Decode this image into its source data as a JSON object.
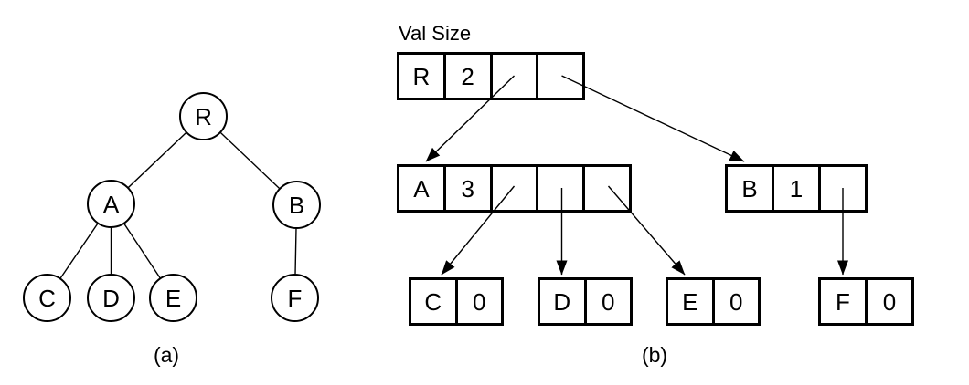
{
  "figure": {
    "header_label": "Val Size",
    "caption_a": "(a)",
    "caption_b": "(b)",
    "ink_color": "#000000",
    "background_color": "#ffffff"
  },
  "tree": {
    "nodes": {
      "R": "R",
      "A": "A",
      "B": "B",
      "C": "C",
      "D": "D",
      "E": "E",
      "F": "F"
    },
    "edges": [
      {
        "from": "R",
        "to": "A"
      },
      {
        "from": "R",
        "to": "B"
      },
      {
        "from": "A",
        "to": "C"
      },
      {
        "from": "A",
        "to": "D"
      },
      {
        "from": "A",
        "to": "E"
      },
      {
        "from": "B",
        "to": "F"
      }
    ]
  },
  "records": {
    "R": {
      "val": "R",
      "size": "2",
      "pointer_cells": 2,
      "points_to": [
        "A",
        "B"
      ]
    },
    "A": {
      "val": "A",
      "size": "3",
      "pointer_cells": 3,
      "points_to": [
        "C",
        "D",
        "E"
      ]
    },
    "B": {
      "val": "B",
      "size": "1",
      "pointer_cells": 1,
      "points_to": [
        "F"
      ]
    },
    "C": {
      "val": "C",
      "size": "0",
      "pointer_cells": 0,
      "points_to": []
    },
    "D": {
      "val": "D",
      "size": "0",
      "pointer_cells": 0,
      "points_to": []
    },
    "E": {
      "val": "E",
      "size": "0",
      "pointer_cells": 0,
      "points_to": []
    },
    "F": {
      "val": "F",
      "size": "0",
      "pointer_cells": 0,
      "points_to": []
    }
  }
}
